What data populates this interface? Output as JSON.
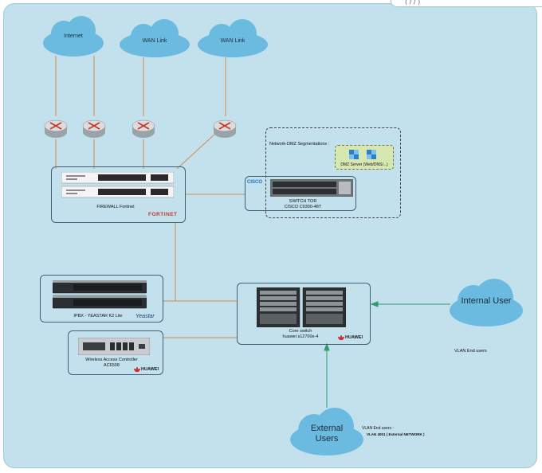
{
  "header": {
    "mark": "( / / )"
  },
  "clouds": {
    "internet": "Internet",
    "wan1": "WAN Link",
    "wan2": "WAN Link",
    "internal": "Internal User",
    "external": "External Users"
  },
  "firewall": {
    "label": "FIREWALL Fortinet",
    "brand": "FORTINET"
  },
  "dmz": {
    "title": "Network-DMZ Segmentations :",
    "server_label": "DMZ Server (Web/DNS/...)"
  },
  "switch_tor": {
    "line1": "SWITCH TOR",
    "line2": "CISCO C9300-48T",
    "brand": "CISCO"
  },
  "ipbx": {
    "label": "IPBX - YEASTAR K2 Lite",
    "brand": "Yeastar"
  },
  "wac": {
    "line1": "Wireless Access Controller",
    "line2": "AC6508",
    "brand": "HUAWEI"
  },
  "core": {
    "line1": "Core switch",
    "line2": "huawei s12700e-4",
    "brand": "HUAWEI"
  },
  "vlan_internal": "VLAN End users",
  "vlan_external": {
    "line1": "VLAN End users :",
    "line2": "VLAN 4001 ( External NETWORK )"
  },
  "colors": {
    "link": "#d08a4a",
    "access": "#2f9a6a",
    "cloud": "#6bbbe0",
    "panel": "#c2e1ec"
  }
}
